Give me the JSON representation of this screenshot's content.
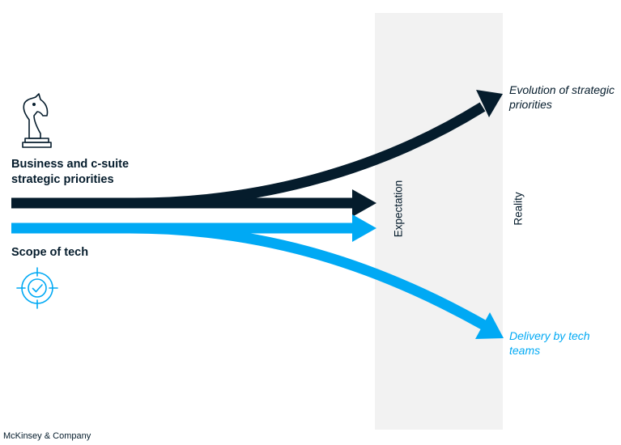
{
  "labels": {
    "business": "Business and c-suite strategic priorities",
    "scope": "Scope of tech",
    "evolution": "Evolution of strategic priorities",
    "delivery": "Delivery by tech teams",
    "expectation": "Expectation",
    "reality": "Reality",
    "source": "McKinsey & Company"
  },
  "icons": {
    "business": "chess-knight-icon",
    "scope": "target-check-icon"
  },
  "colors": {
    "dark": "#051c2c",
    "blue": "#00a9f4",
    "band": "#f2f2f2"
  }
}
